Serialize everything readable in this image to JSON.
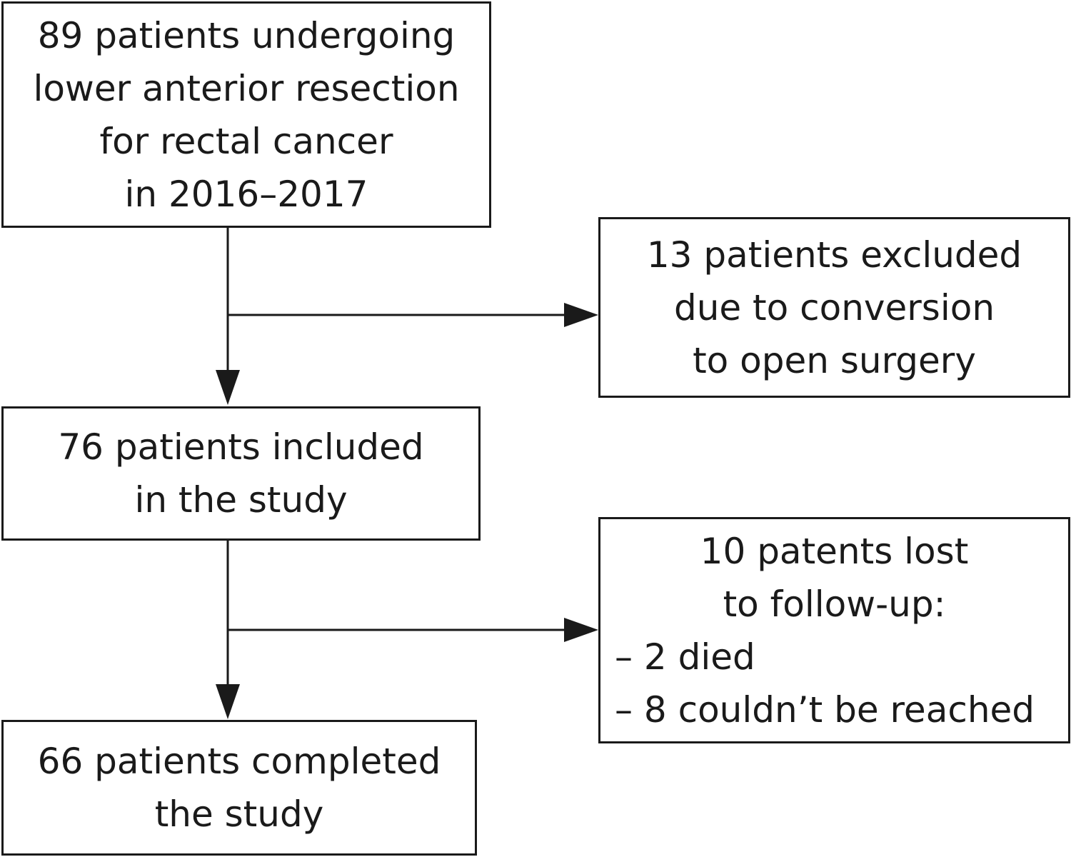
{
  "boxes": [
    {
      "lines": [
        "89 patients undergoing",
        "lower anterior resection",
        "for rectal cancer",
        "in 2016–2017"
      ]
    },
    {
      "lines": [
        "13 patients excluded",
        "due to conversion",
        "to open surgery"
      ]
    },
    {
      "lines": [
        "76 patients included",
        "in the study"
      ]
    },
    {
      "lines": [
        "10 patents lost",
        "to follow-up:"
      ],
      "items": [
        "– 2 died",
        "– 8 couldn’t be reached"
      ]
    },
    {
      "lines": [
        "66 patients completed",
        "the study"
      ]
    }
  ]
}
